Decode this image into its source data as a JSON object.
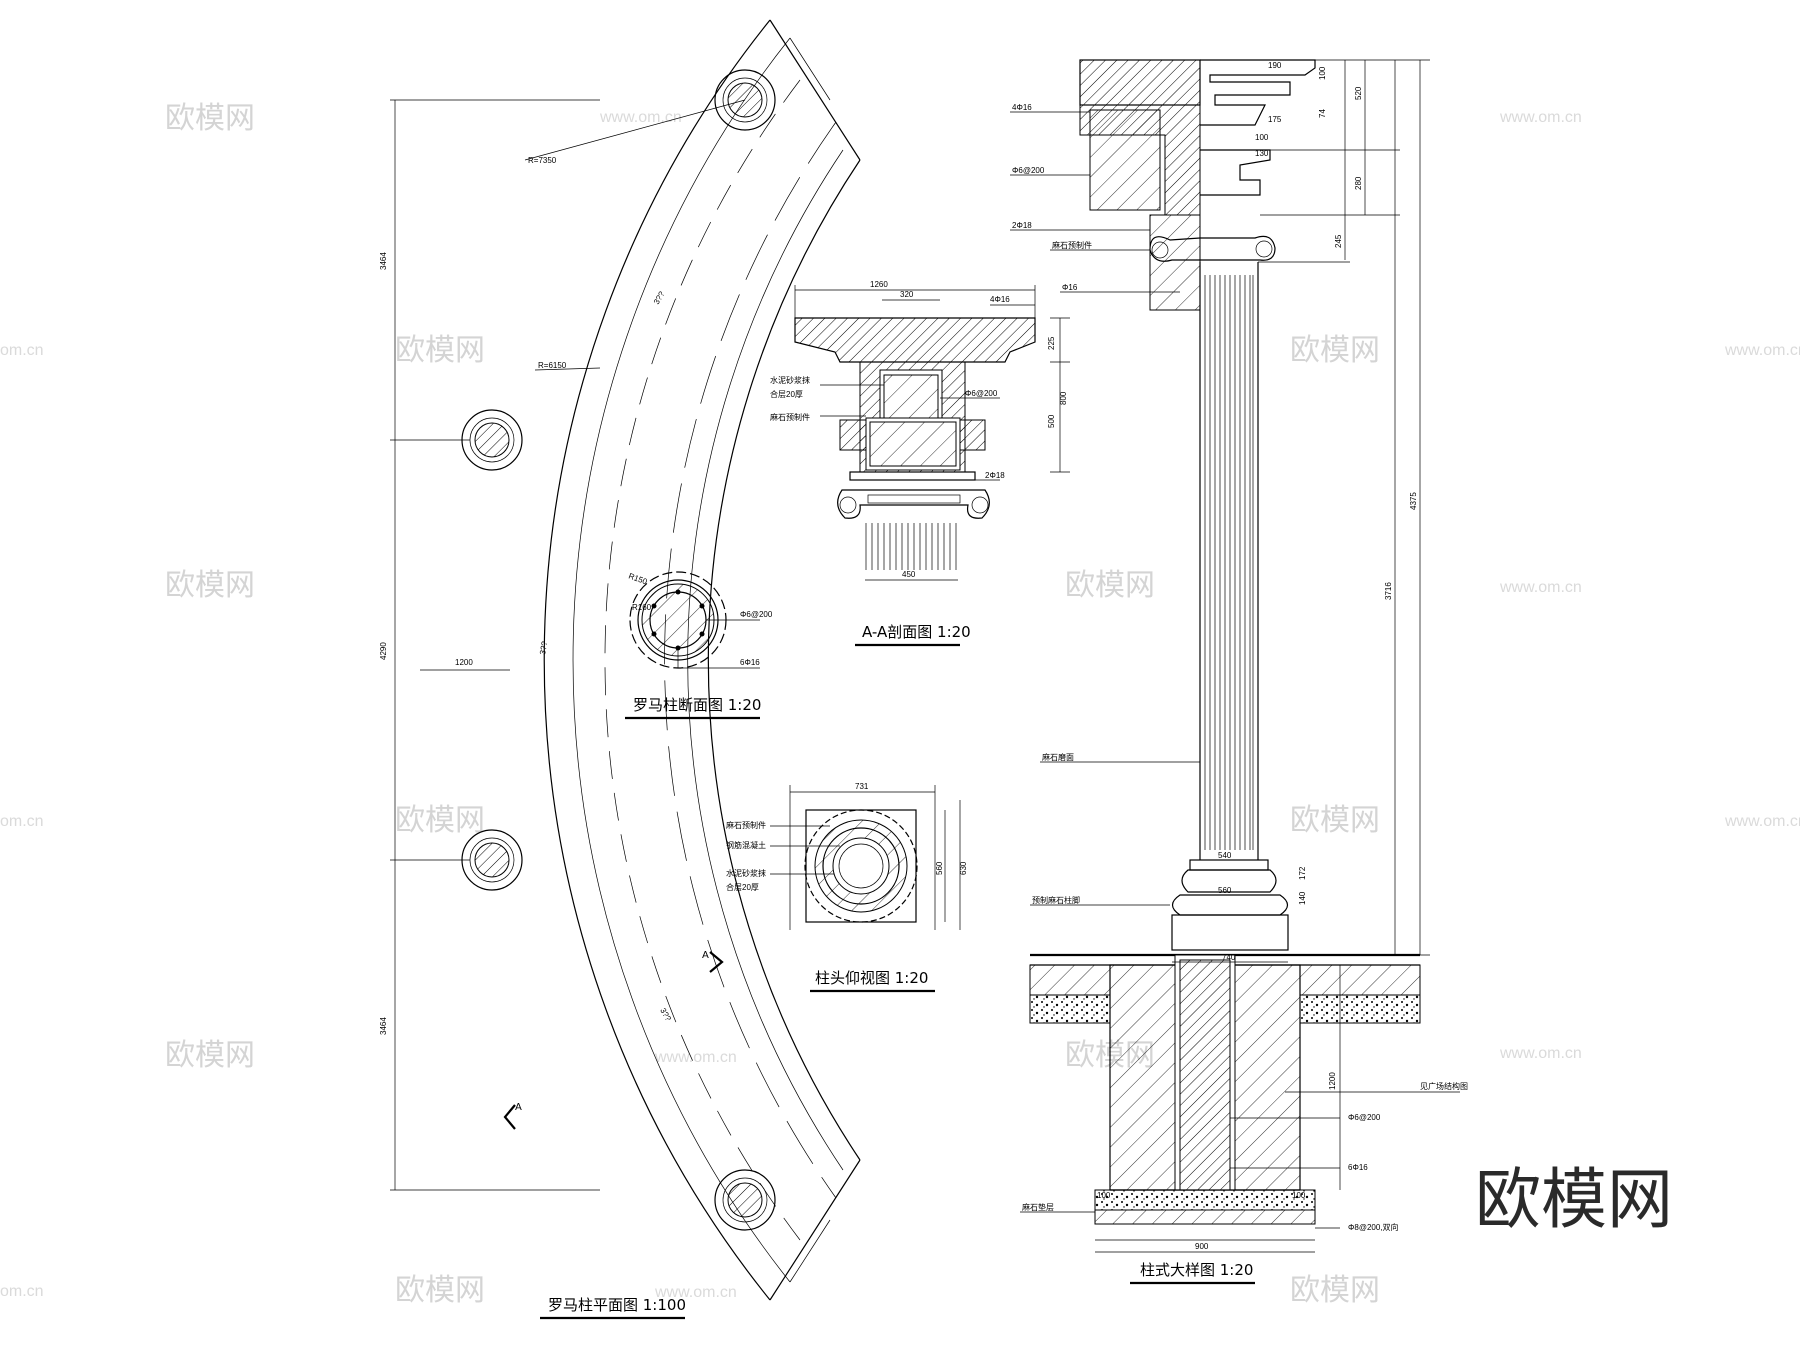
{
  "plan": {
    "title": "罗马柱平面图 1:100",
    "radius_outer": "R=7350",
    "radius_inner": "R=6150",
    "width_label": "1200",
    "arc_label": "3??",
    "dim_top": "3464",
    "dim_mid": "4290",
    "dim_bottom": "3464",
    "section_mark": "A"
  },
  "section_aa": {
    "title": "A-A剖面图 1:20",
    "dims": [
      "1260",
      "320",
      "450",
      "225",
      "500",
      "800"
    ],
    "labels": [
      "4Φ16",
      "Φ6@200",
      "2Φ18",
      "水泥砂浆抹",
      "合层20厚",
      "麻石预制件"
    ]
  },
  "column_section": {
    "title": "罗马柱断面图 1:20",
    "labels": [
      "Φ6@200",
      "6Φ16",
      "R150",
      "R160"
    ]
  },
  "capital_view": {
    "title": "柱头仰视图 1:20",
    "dims": [
      "731",
      "560",
      "630"
    ],
    "labels": [
      "麻石预制件",
      "钢筋混凝土",
      "水泥砂浆抹",
      "合层20厚"
    ]
  },
  "detail": {
    "title": "柱式大样图 1:20",
    "labels": [
      "4Φ16",
      "Φ6@200",
      "2Φ18",
      "麻石预制件",
      "Φ16",
      "麻石磨面",
      "预制麻石柱脚",
      "见广场结构图",
      "Φ6@200",
      "6Φ16",
      "麻石垫层",
      "Φ8@200,双向"
    ],
    "dims": [
      "520",
      "280",
      "245",
      "4375",
      "3716",
      "1200",
      "900",
      "740",
      "560",
      "540",
      "100",
      "100",
      "190",
      "175",
      "130",
      "100",
      "74",
      "100",
      "140",
      "172"
    ]
  },
  "watermarks": {
    "logo_text": "欧模网",
    "url_text": "www.om.cn",
    "domain_text": "om.cn"
  },
  "brand": "欧模网"
}
